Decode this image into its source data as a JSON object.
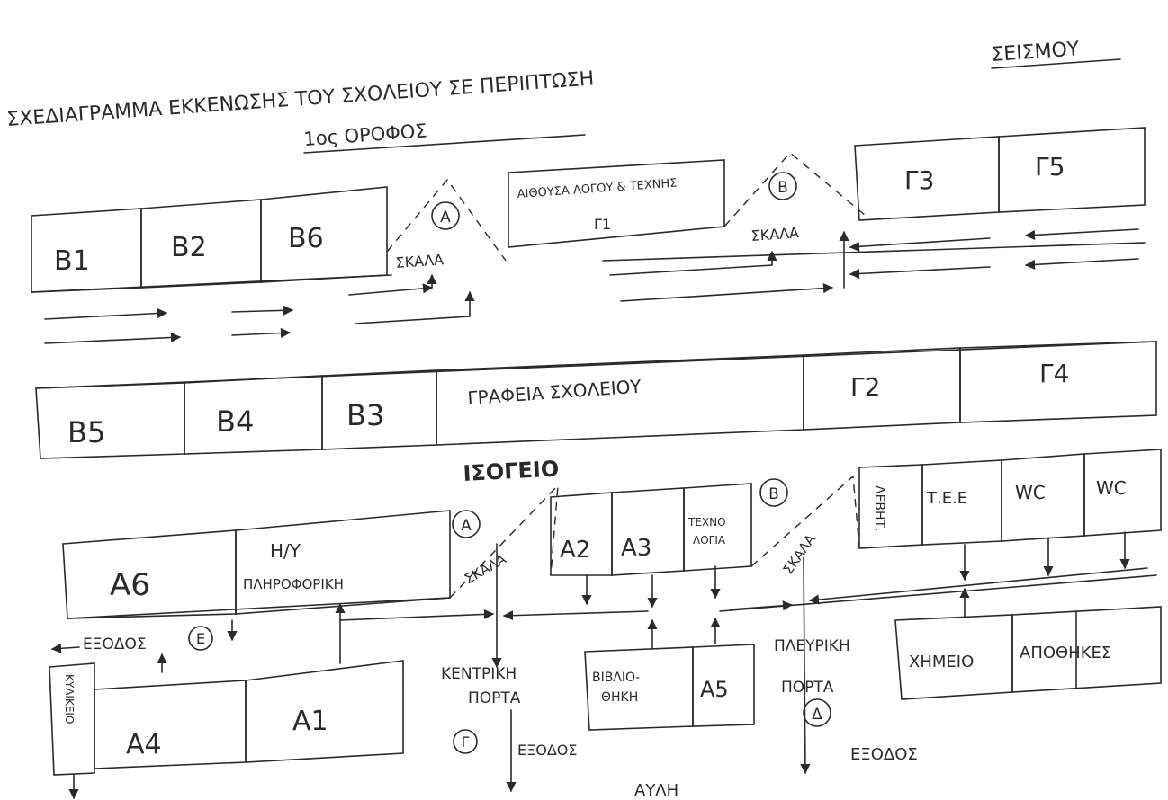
{
  "title": "ΣΧΕΔΙΑΓΡΑΜΜΑ ΕΚΚΕΝΩΣΗΣ ΤΟΥ ΣΧΟΛΕΙΟΥ ΣΕ ΠΕΡΙΠΤΩΣΗ",
  "title_emph": "ΣΕΙΣΜΟΥ",
  "floor1": {
    "heading": "1ος ΟΡΟΦΟΣ",
    "rooms_top": {
      "b1": "Β1",
      "b2": "Β2",
      "b6": "Β6",
      "art": "ΑΙΘΟΥΣΑ ΛΟΓΟΥ & ΤΕΧΝΗΣ",
      "art_sub": "Γ1",
      "g3": "Γ3",
      "g5": "Γ5"
    },
    "rooms_bottom": {
      "b5": "Β5",
      "b4": "Β4",
      "b3": "Β3",
      "offices": "ΓΡΑΦΕΙΑ ΣΧΟΛΕΙΟΥ",
      "g2": "Γ2",
      "g4": "Γ4"
    },
    "stair_a_mark": "Α",
    "stair_a_label": "ΣΚΑΛΑ",
    "stair_b_mark": "Β",
    "stair_b_label": "ΣΚΑΛΑ"
  },
  "ground": {
    "heading": "ΙΣΟΓΕΙΟ",
    "rooms": {
      "a6": "Α6",
      "comp1": "Η/Υ",
      "comp2": "ΠΛΗΡΟΦΟΡΙΚΗ",
      "a2": "Α2",
      "a3": "Α3",
      "tech1": "ΤΕΧΝΟ",
      "tech2": "ΛΟΓΙΑ",
      "lebet": "ΛΕΒΗΤ.",
      "tee": "Τ.Ε.Ε",
      "wc1": "WC",
      "wc2": "WC",
      "a4": "Α4",
      "a1": "Α1",
      "kylikeio": "ΚΥΛΙΚΕΙΟ",
      "lib1": "ΒΙΒΛΙΟ-",
      "lib2": "ΘΗΚΗ",
      "a5": "Α5",
      "chem": "ΧΗΜΕΙΟ",
      "storage": "ΑΠΟΘΗΚΕΣ"
    },
    "stair_a_mark": "Α",
    "stair_a_label": "ΣΚΑΛΑ",
    "stair_b_mark": "Β",
    "stair_b_label": "ΣΚΑΛΑ",
    "exit_e_label": "ΕΞΟΔΟΣ",
    "exit_e_mark": "Ε",
    "main_door1": "ΚΕΝΤΡΙΚΗ",
    "main_door2": "ΠΟΡΤΑ",
    "main_exit_mark": "Γ",
    "main_exit_label": "ΕΞΟΔΟΣ",
    "side_door1": "ΠΛΕΥΡΙΚΗ",
    "side_door2": "ΠΟΡΤΑ",
    "side_exit_mark": "Δ",
    "side_exit_label": "ΕΞΟΔΟΣ",
    "yard": "ΑΥΛΗ"
  },
  "colors": {
    "ink": "#2a2a2a",
    "paper": "#ffffff"
  }
}
